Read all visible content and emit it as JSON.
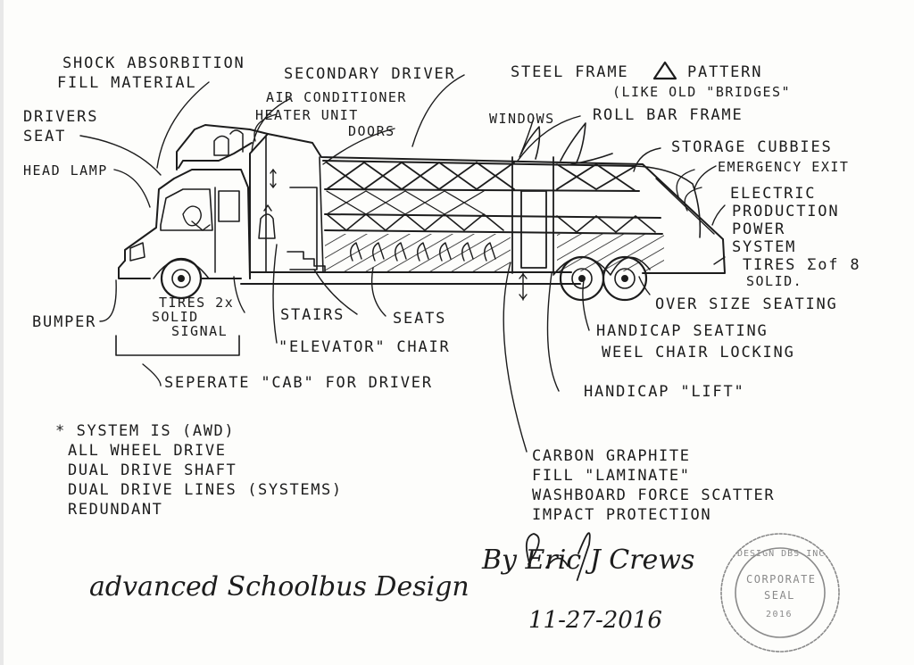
{
  "labels": {
    "shock_1": "SHOCK ABSORBITION",
    "shock_2": "FILL MATERIAL",
    "secondary_driver": "SECONDARY DRIVER",
    "steel_frame": "STEEL FRAME",
    "pattern": "PATTERN",
    "like_old_bridges": "(LIKE OLD \"BRIDGES\"",
    "drivers_1": "DRIVERS",
    "drivers_2": "SEAT",
    "air_1": "AIR CONDITIONER",
    "air_2": "HEATER UNIT",
    "windows": "WINDOWS",
    "roll_bar": "ROLL BAR FRAME",
    "doors": "DOORS",
    "head_lamp": "HEAD LAMP",
    "storage": "STORAGE CUBBIES",
    "emergency": "EMERGENCY EXIT",
    "electric_1": "ELECTRIC",
    "electric_2": "PRODUCTION",
    "electric_3": "POWER",
    "electric_4": "SYSTEM",
    "tires_8": "TIRES Σof 8",
    "solid_r": "SOLID.",
    "oversize": "OVER SIZE SEATING",
    "bumper": "BUMPER",
    "tires_front": "TIRES 2x",
    "solid_front": "SOLID",
    "signal": "SIGNAL",
    "stairs": "STAIRS",
    "seats": "SEATS",
    "handicap_seating": "HANDICAP SEATING",
    "wheel_chair": "WEEL CHAIR LOCKING",
    "elevator": "\"ELEVATOR\" CHAIR",
    "separate_cab": "SEPERATE \"CAB\" FOR DRIVER",
    "handicap_lift": "HANDICAP \"LIFT\""
  },
  "notes_left": [
    "* SYSTEM IS (AWD)",
    "ALL WHEEL DRIVE",
    "DUAL DRIVE SHAFT",
    "DUAL DRIVE LINES (SYSTEMS)",
    "REDUNDANT"
  ],
  "notes_right": [
    "CARBON GRAPHITE",
    "FILL \"LAMINATE\"",
    "WASHBOARD FORCE SCATTER",
    "IMPACT PROTECTION"
  ],
  "title": "advanced Schoolbus Design",
  "signature": "By Eric J Crews",
  "date": "11-27-2016",
  "seal": {
    "ring_top": "DESIGN DBS INC",
    "line1": "CORPORATE",
    "line2": "SEAL",
    "line3": "2016"
  },
  "colors": {
    "ink": "#1c1c1c",
    "paper": "#fdfdfb",
    "seal": "#8a8a8a"
  }
}
